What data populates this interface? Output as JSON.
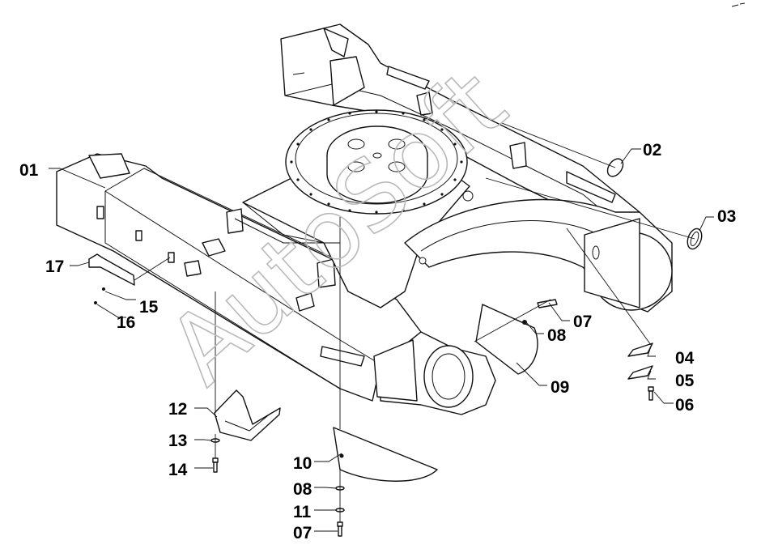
{
  "watermark": "AutoSoft",
  "callouts": [
    {
      "id": "c01",
      "label": "01"
    },
    {
      "id": "c02",
      "label": "02"
    },
    {
      "id": "c03",
      "label": "03"
    },
    {
      "id": "c04",
      "label": "04"
    },
    {
      "id": "c05",
      "label": "05"
    },
    {
      "id": "c06",
      "label": "06"
    },
    {
      "id": "c07a",
      "label": "07"
    },
    {
      "id": "c08a",
      "label": "08"
    },
    {
      "id": "c09",
      "label": "09"
    },
    {
      "id": "c10",
      "label": "10"
    },
    {
      "id": "c08b",
      "label": "08"
    },
    {
      "id": "c11",
      "label": "11"
    },
    {
      "id": "c07b",
      "label": "07"
    },
    {
      "id": "c12",
      "label": "12"
    },
    {
      "id": "c13",
      "label": "13"
    },
    {
      "id": "c14",
      "label": "14"
    },
    {
      "id": "c15",
      "label": "15"
    },
    {
      "id": "c16",
      "label": "16"
    },
    {
      "id": "c17",
      "label": "17"
    }
  ]
}
